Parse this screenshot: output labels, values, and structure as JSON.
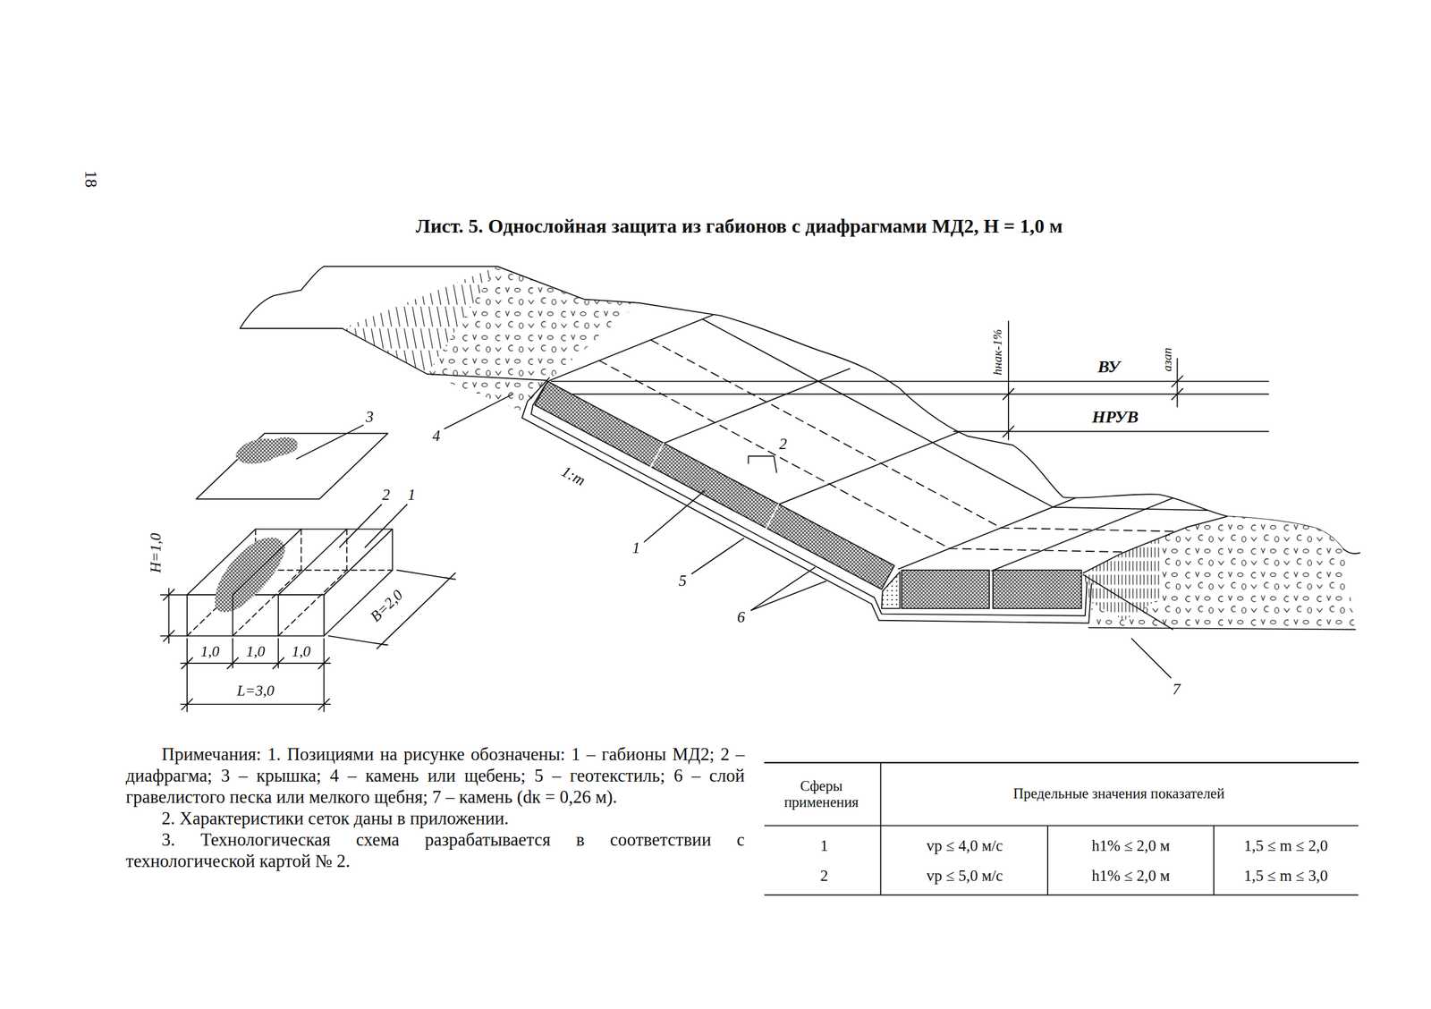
{
  "diagram": {
    "title": "Лист. 5. Однослойная защита из габионов с диафрагмами МД2, H = 1,0 м",
    "labels": [
      "18",
      "3",
      "2",
      "1",
      "H=1,0",
      "B=2,0",
      "1,0",
      "1,0",
      "1,0",
      "L=3,0",
      "hнак-1%",
      "ВУ",
      "aзап",
      "НРУВ",
      "4",
      "2",
      "1:m",
      "1",
      "5",
      "6",
      "7",
      "Примечания: 1. Позициями на рисунке обозначены: 1 – габионы МД2; 2 – диафрагма; 3 – крышка; 4 – камень или щебень; 5 – геотекстиль; 6 – слой гравелистого песка или мелкого щебня; 7 – камень (dк = 0,26 м).",
      "2. Характеристики сеток даны в приложении.",
      "3. Технологическая схема разрабатывается в соответствии с технологической картой № 2.",
      "Сферы применения",
      "Предельные значения показателей",
      "1",
      "vр ≤ 4,0 м/с",
      "h1% ≤ 2,0 м",
      "1,5 ≤ m ≤ 2,0",
      "2",
      "vр ≤ 5,0 м/с",
      "h1% ≤ 2,0 м",
      "1,5 ≤ m ≤ 3,0"
    ]
  }
}
